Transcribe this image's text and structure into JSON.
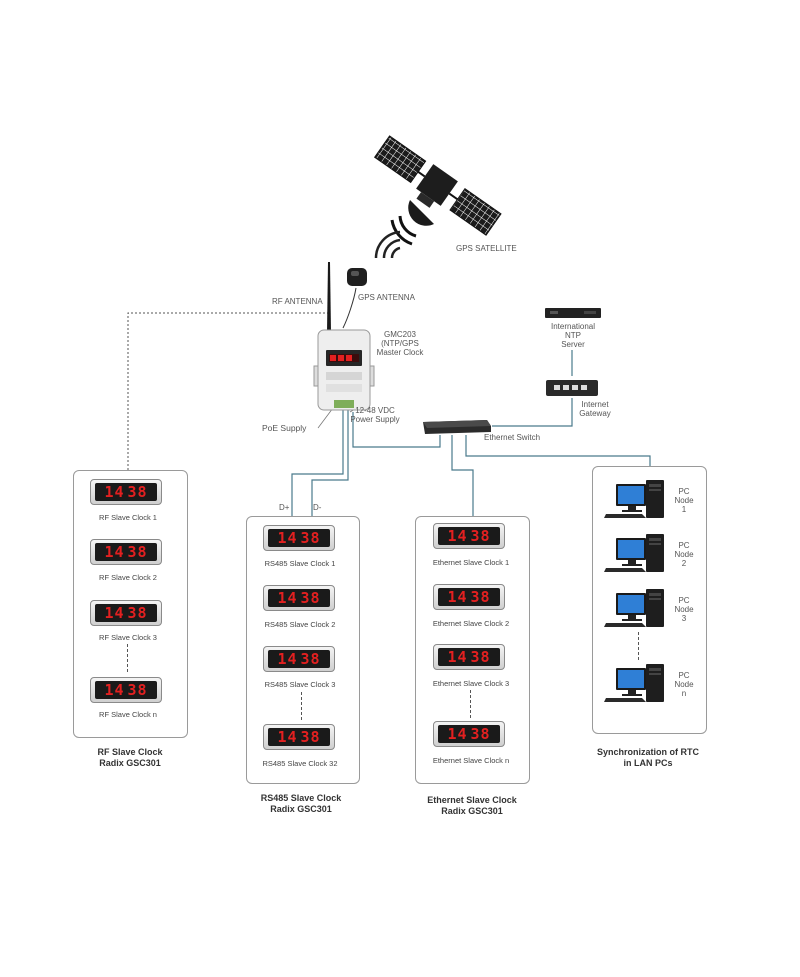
{
  "top": {
    "gps_satellite": "GPS SATELLITE",
    "gps_antenna": "GPS ANTENNA",
    "rf_antenna": "RF ANTENNA",
    "master_clock": [
      "GMC203",
      "(NTP/GPS",
      "Master Clock"
    ],
    "poe_supply": "PoE Supply",
    "power_supply": [
      "12-48 VDC",
      "Power Supply"
    ],
    "ntp_server": [
      "International",
      "NTP",
      "Server"
    ],
    "internet_gateway": [
      "Internet",
      "Gateway"
    ],
    "ethernet_switch": "Ethernet Switch",
    "d_plus": "D+",
    "d_minus": "D-"
  },
  "clock_display": {
    "hours": "14",
    "minutes": "38"
  },
  "groups": {
    "rf": {
      "clocks": [
        "RF Slave Clock 1",
        "RF Slave Clock 2",
        "RF Slave Clock 3",
        "RF Slave Clock n"
      ],
      "caption": [
        "RF Slave Clock",
        "Radix GSC301"
      ]
    },
    "rs485": {
      "clocks": [
        "RS485 Slave Clock 1",
        "RS485 Slave Clock 2",
        "RS485 Slave Clock 3",
        "RS485 Slave Clock 32"
      ],
      "caption": [
        "RS485 Slave Clock",
        "Radix GSC301"
      ]
    },
    "ethernet": {
      "clocks": [
        "Ethernet Slave Clock 1",
        "Ethernet Slave Clock 2",
        "Ethernet Slave Clock 3",
        "Ethernet Slave Clock n"
      ],
      "caption": [
        "Ethernet Slave Clock",
        "Radix GSC301"
      ]
    },
    "pc": {
      "nodes": [
        [
          "PC",
          "Node",
          "1"
        ],
        [
          "PC",
          "Node",
          "2"
        ],
        [
          "PC",
          "Node",
          "3"
        ],
        [
          "PC",
          "Node",
          "n"
        ]
      ],
      "caption": [
        "Synchronization of RTC",
        "in LAN PCs"
      ]
    }
  },
  "colors": {
    "display_digits": "#e32020",
    "link_line": "#4a7a8c",
    "frame": "#9a9a9a"
  }
}
